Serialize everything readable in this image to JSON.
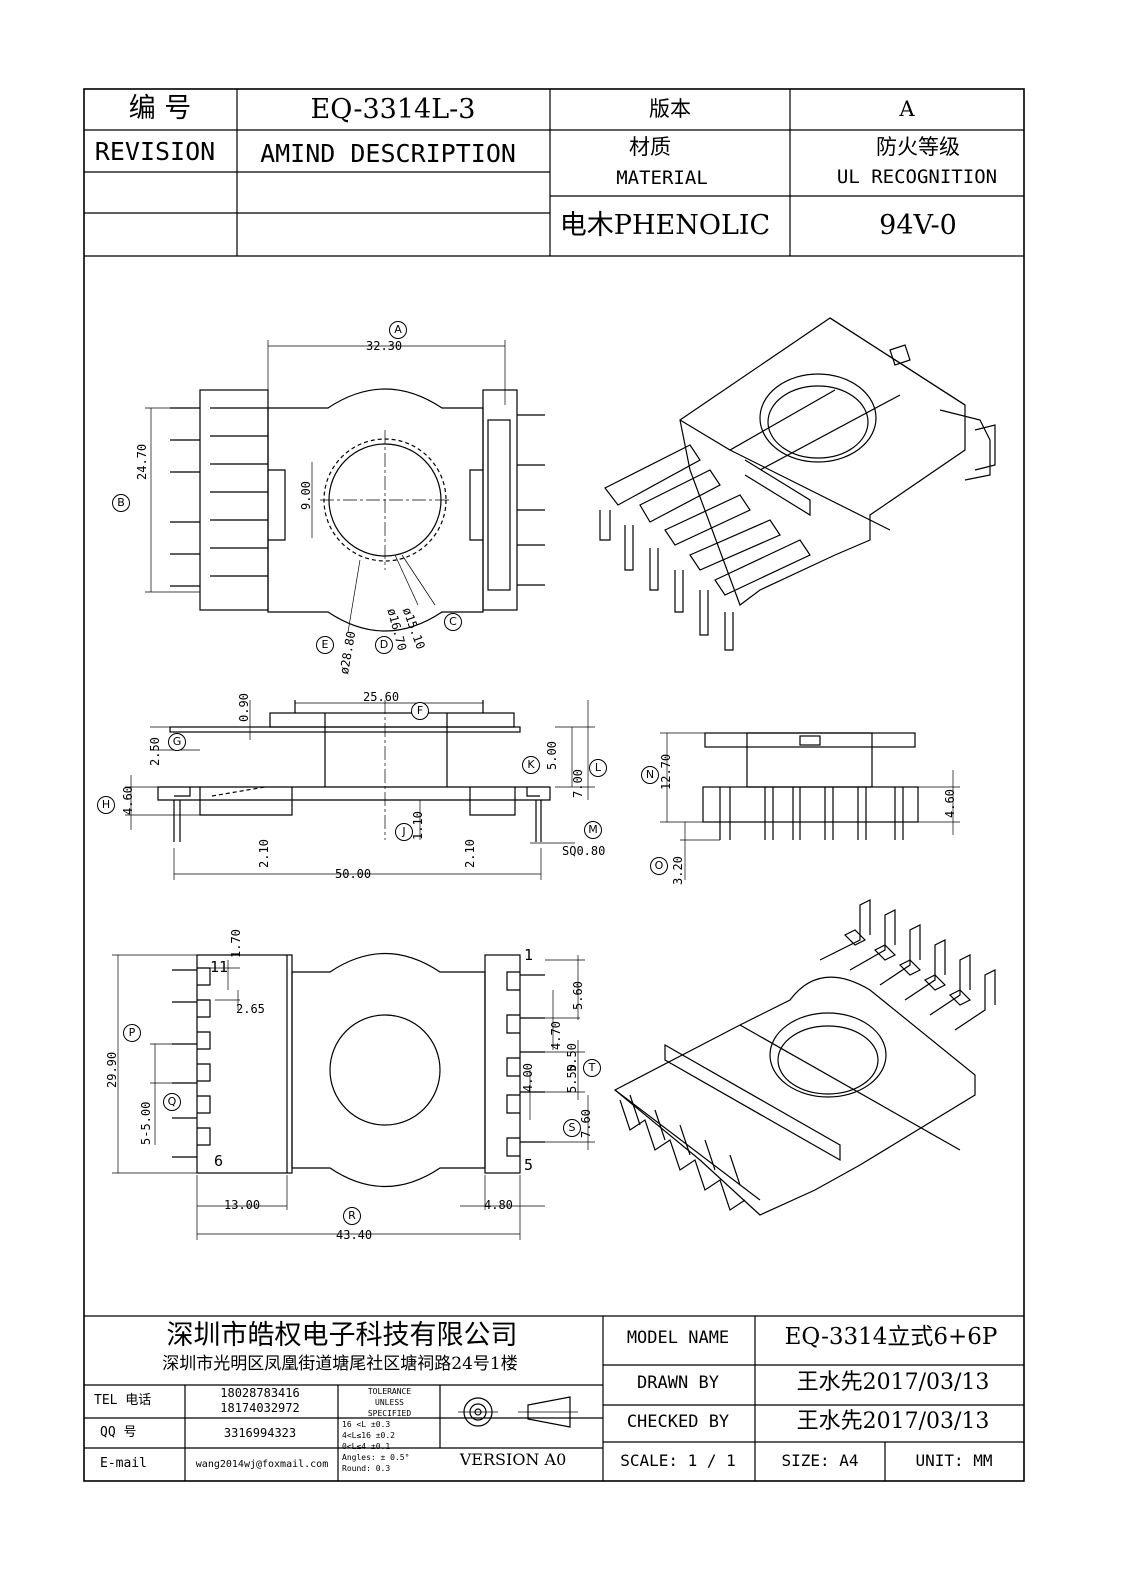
{
  "header": {
    "number_label": "编  号",
    "number_value": "EQ-3314L-3",
    "version_label": "版本",
    "version_value": "A",
    "revision_label": "REVISION",
    "amend_label": "AMIND DESCRIPTION",
    "material_label_cn": "材质",
    "material_label_en": "MATERIAL",
    "ul_label_cn": "防火等级",
    "ul_label_en": "UL RECOGNITION",
    "material_value": "电木PHENOLIC",
    "ul_value": "94V-0"
  },
  "dimensions": {
    "A": "32.30",
    "B": "24.70",
    "h9": "9.00",
    "C": "ø15.10",
    "D": "ø16.70",
    "E": "ø28.80",
    "F": "25.60",
    "f090": "0.90",
    "G": "2.50",
    "H": "4.60",
    "J": "1.10",
    "K": "5.00",
    "Lside": "7.00",
    "L": "50.00",
    "M": "SQ0.80",
    "w210a": "2.10",
    "w210b": "2.10",
    "N": "12.70",
    "O": "3.20",
    "s460": "4.60",
    "P": "29.90",
    "Q": "5-5.00",
    "R": "43.40",
    "b1300": "13.00",
    "b480": "4.80",
    "b170": "1.70",
    "b265": "2.65",
    "b560": "5.60",
    "b470": "4.70",
    "b550": "5.50",
    "b400": "4.00",
    "b760": "7.60",
    "b550b": "5.50"
  },
  "balloons": [
    "A",
    "B",
    "C",
    "D",
    "E",
    "F",
    "G",
    "H",
    "J",
    "K",
    "L",
    "M",
    "N",
    "O",
    "P",
    "Q",
    "R",
    "S",
    "T"
  ],
  "pins": {
    "p1": "1",
    "p5": "5",
    "p6": "6",
    "p11": "11"
  },
  "title_block": {
    "company": "深圳市皓权电子科技有限公司",
    "address": "深圳市光明区凤凰街道塘尾社区塘祠路24号1楼",
    "tel_label": "TEL 电话",
    "tel_1": "18028783416",
    "tel_2": "18174032972",
    "qq_label": "QQ  号",
    "qq_value": "3316994323",
    "email_label": "E-mail",
    "email_value": "wang2014wj@foxmail.com",
    "tolerance": [
      "TOLERANCE",
      "UNLESS",
      "SPECIFIED",
      "16 <L       ±0.3",
      "4<L≤16     ±0.2",
      "0<L≤4      ±0.1",
      "Angles: ± 0.5°",
      "Round: 0.3"
    ],
    "version": "VERSION A0",
    "model_label": "MODEL NAME",
    "model_value": "EQ-3314立式6+6P",
    "drawn_label": "DRAWN BY",
    "drawn_value": "王水先2017/03/13",
    "checked_label": "CHECKED BY",
    "checked_value": "王水先2017/03/13",
    "scale": "SCALE:  1  /  1",
    "size": "SIZE:  A4",
    "unit": "UNIT:  MM"
  }
}
